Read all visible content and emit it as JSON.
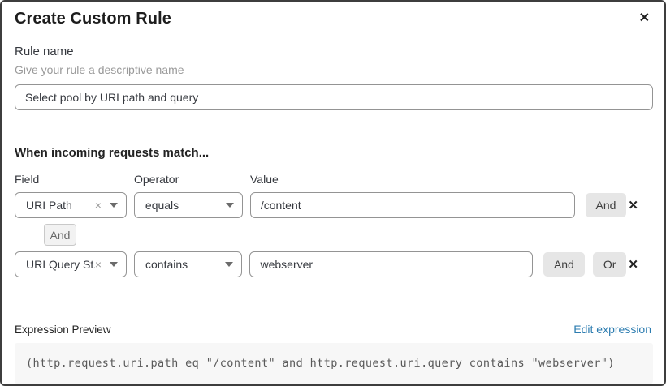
{
  "dialog": {
    "title": "Create Custom Rule",
    "close_icon": "✕"
  },
  "rule_name": {
    "label": "Rule name",
    "helper": "Give your rule a descriptive name",
    "value": "Select pool by URI path and query"
  },
  "match": {
    "heading": "When incoming requests match...",
    "columns": {
      "field": "Field",
      "operator": "Operator",
      "value": "Value"
    },
    "rows": [
      {
        "field": "URI Path",
        "operator": "equals",
        "value": "/content",
        "and_label": "And",
        "clear_icon": "×",
        "remove_icon": "✕"
      },
      {
        "field": "URI Query St...",
        "operator": "contains",
        "value": "webserver",
        "and_label": "And",
        "or_label": "Or",
        "clear_icon": "×",
        "remove_icon": "✕"
      }
    ],
    "connector_label": "And"
  },
  "expression": {
    "label": "Expression Preview",
    "edit_link": "Edit expression",
    "code": "(http.request.uri.path eq \"/content\" and http.request.uri.query contains \"webserver\")"
  },
  "colors": {
    "link_blue": "#2c7cb0",
    "button_gray": "#e6e6e6",
    "code_bg": "#f7f7f7",
    "border_gray": "#949494"
  }
}
